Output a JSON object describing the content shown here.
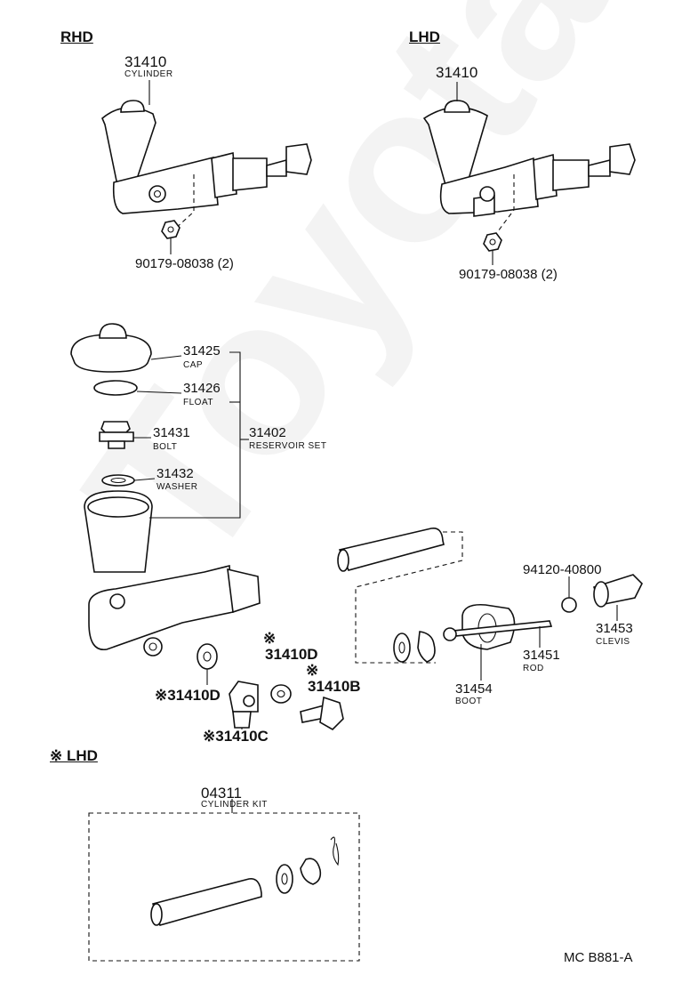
{
  "watermark": "ToyotaC",
  "sections": {
    "rhd": "RHD",
    "lhd": "LHD",
    "lhd_note": "※ LHD"
  },
  "parts": {
    "cylinder_rhd": {
      "number": "31410",
      "name": "CYLINDER"
    },
    "cylinder_lhd": {
      "number": "31410"
    },
    "nut_rhd": {
      "number": "90179-08038 (2)"
    },
    "nut_lhd": {
      "number": "90179-08038 (2)"
    },
    "cap": {
      "number": "31425",
      "name": "CAP"
    },
    "float": {
      "number": "31426",
      "name": "FLOAT"
    },
    "reservoir_set": {
      "number": "31402",
      "name": "RESERVOIR SET"
    },
    "bolt": {
      "number": "31431",
      "name": "BOLT"
    },
    "washer": {
      "number": "31432",
      "name": "WASHER"
    },
    "lock_nut": {
      "number": "94120-40800"
    },
    "clevis": {
      "number": "31453",
      "name": "CLEVIS"
    },
    "rod": {
      "number": "31451",
      "name": "ROD"
    },
    "boot": {
      "number": "31454",
      "name": "BOOT"
    },
    "gasket_right": {
      "mark": "※",
      "number": "31410D"
    },
    "union_bolt": {
      "mark": "※",
      "number": "31410B"
    },
    "gasket_left": {
      "number": "※31410D"
    },
    "union": {
      "number": "※31410C"
    },
    "cylinder_kit": {
      "number": "04311",
      "name": "CYLINDER KIT"
    }
  },
  "footer": {
    "code": "MC  B881-A"
  },
  "icons": [
    "cylinder-icon",
    "nut-icon",
    "cap-icon",
    "float-icon",
    "bolt-icon",
    "washer-icon",
    "reservoir-icon",
    "piston-icon",
    "boot-icon",
    "rod-icon",
    "clevis-icon",
    "gasket-icon",
    "union-icon",
    "union-bolt-icon",
    "snap-ring-icon"
  ]
}
